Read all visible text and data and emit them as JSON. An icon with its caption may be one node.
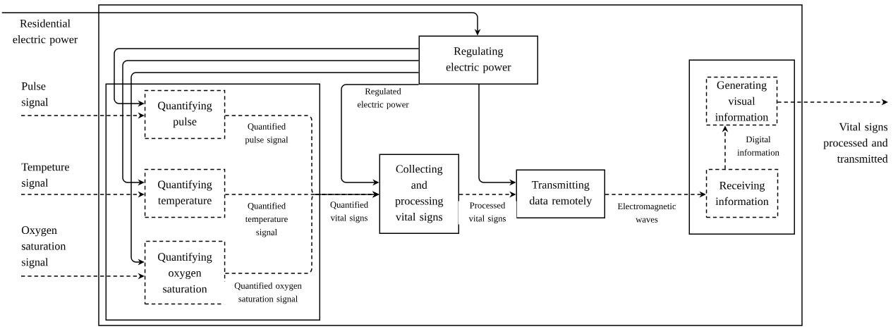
{
  "diagram": {
    "nodes": [
      {
        "text": [],
        "shape": "box"
      },
      {
        "text": [
          "Residential electric power"
        ]
      },
      {
        "text": [
          "Regulating electric power"
        ],
        "in": 0
      },
      {
        "text": [],
        "shape": "box",
        "in": 0
      },
      {
        "text": [
          "Quantifying pulse"
        ],
        "in": 3
      },
      {
        "text": [
          "Quantifying temperature"
        ],
        "in": 3
      },
      {
        "text": [
          "Quantifying oxygen saturation"
        ],
        "in": 3
      },
      {
        "text": [
          "Pulse signal"
        ]
      },
      {
        "text": [
          "Tempeture signal"
        ]
      },
      {
        "text": [
          "Oxygen saturation signal"
        ]
      },
      {
        "text": [
          "Collecting and processing vital signs"
        ],
        "in": 0
      },
      {
        "text": [
          "Transmitting data remotely"
        ],
        "in": 0
      },
      {
        "text": [],
        "shape": "box",
        "in": 0
      },
      {
        "text": [
          "Generating visual information"
        ],
        "in": 12
      },
      {
        "text": [
          "Receiving information"
        ],
        "in": 12
      },
      {
        "text": [
          "Vital signs processed and transmitted"
        ]
      }
    ],
    "edges": [
      {
        "from": 1,
        "to": 2,
        "arrow": "to"
      },
      {
        "from": 2,
        "to": 4,
        "arrow": "to"
      },
      {
        "from": 2,
        "to": 5,
        "arrow": "to"
      },
      {
        "from": 2,
        "to": 6,
        "arrow": "to"
      },
      {
        "from": 2,
        "to": 10,
        "arrow": "to",
        "label": "Regulated electric power"
      },
      {
        "from": 2,
        "to": 11,
        "arrow": "to"
      },
      {
        "from": 7,
        "to": 4,
        "arrow": "to",
        "style": "dashed"
      },
      {
        "from": 8,
        "to": 5,
        "arrow": "to",
        "style": "dashed"
      },
      {
        "from": 9,
        "to": 6,
        "arrow": "to",
        "style": "dashed"
      },
      {
        "from": 4,
        "to": 10,
        "arrow": "to",
        "style": "dashed",
        "label": "Quantified pulse signal"
      },
      {
        "from": 5,
        "to": 10,
        "arrow": "to",
        "style": "dashed",
        "label": "Quantified temperature signal"
      },
      {
        "from": 6,
        "to": 10,
        "arrow": "to",
        "style": "dashed",
        "label": "Quantified oxygen saturation signal"
      },
      {
        "from": 10,
        "to": 11,
        "arrow": "to",
        "style": "dashed",
        "label": "Processed vital signs"
      },
      {
        "from": 11,
        "to": 14,
        "arrow": "to",
        "style": "dashed",
        "label": "Electromagnetic waves"
      },
      {
        "from": 14,
        "to": 13,
        "arrow": "to",
        "style": "dashed",
        "label": "Digital information"
      },
      {
        "from": 13,
        "to": 15,
        "arrow": "to",
        "style": "dashed"
      }
    ],
    "labels": [
      "Quantified vital signs"
    ]
  }
}
